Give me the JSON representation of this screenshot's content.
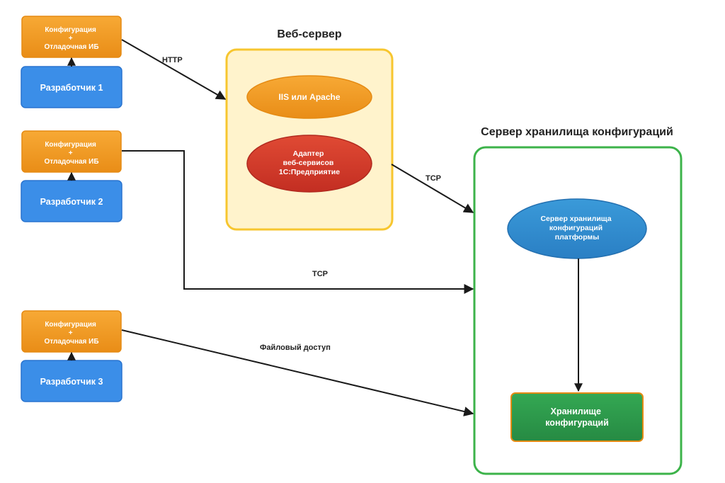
{
  "colors": {
    "orange": "#f5a126",
    "orange_border": "#e58a12",
    "blue": "#3b8ee8",
    "blue_border": "#2a74cf",
    "yellow_fill": "#fff3cc",
    "yellow_border": "#f7c62f",
    "green_border": "#3cb34a",
    "red": "#d93a2b",
    "dark_green": "#2e9e4f",
    "line": "#1a1a1a"
  },
  "web_server": {
    "title": "Веб-сервер",
    "iis_label": "IIS или Apache",
    "adapter_lines": [
      "Адаптер",
      "веб-сервисов",
      "1С:Предприятие"
    ]
  },
  "storage_server": {
    "title": "Сервер хранилища конфигураций",
    "server_lines": [
      "Сервер хранилища",
      "конфигураций",
      "платформы"
    ],
    "storage_lines": [
      "Хранилище",
      "конфигураций"
    ]
  },
  "developers": [
    {
      "config_lines": [
        "Конфигурация",
        "+",
        "Отладочная ИБ"
      ],
      "name": "Разработчик 1"
    },
    {
      "config_lines": [
        "Конфигурация",
        "+",
        "Отладочная ИБ"
      ],
      "name": "Разработчик 2"
    },
    {
      "config_lines": [
        "Конфигурация",
        "+",
        "Отладочная ИБ"
      ],
      "name": "Разработчик 3"
    }
  ],
  "edges": {
    "http": "HTTP",
    "tcp_web": "TCP",
    "tcp_direct": "TCP",
    "file_access": "Файловый доступ"
  }
}
